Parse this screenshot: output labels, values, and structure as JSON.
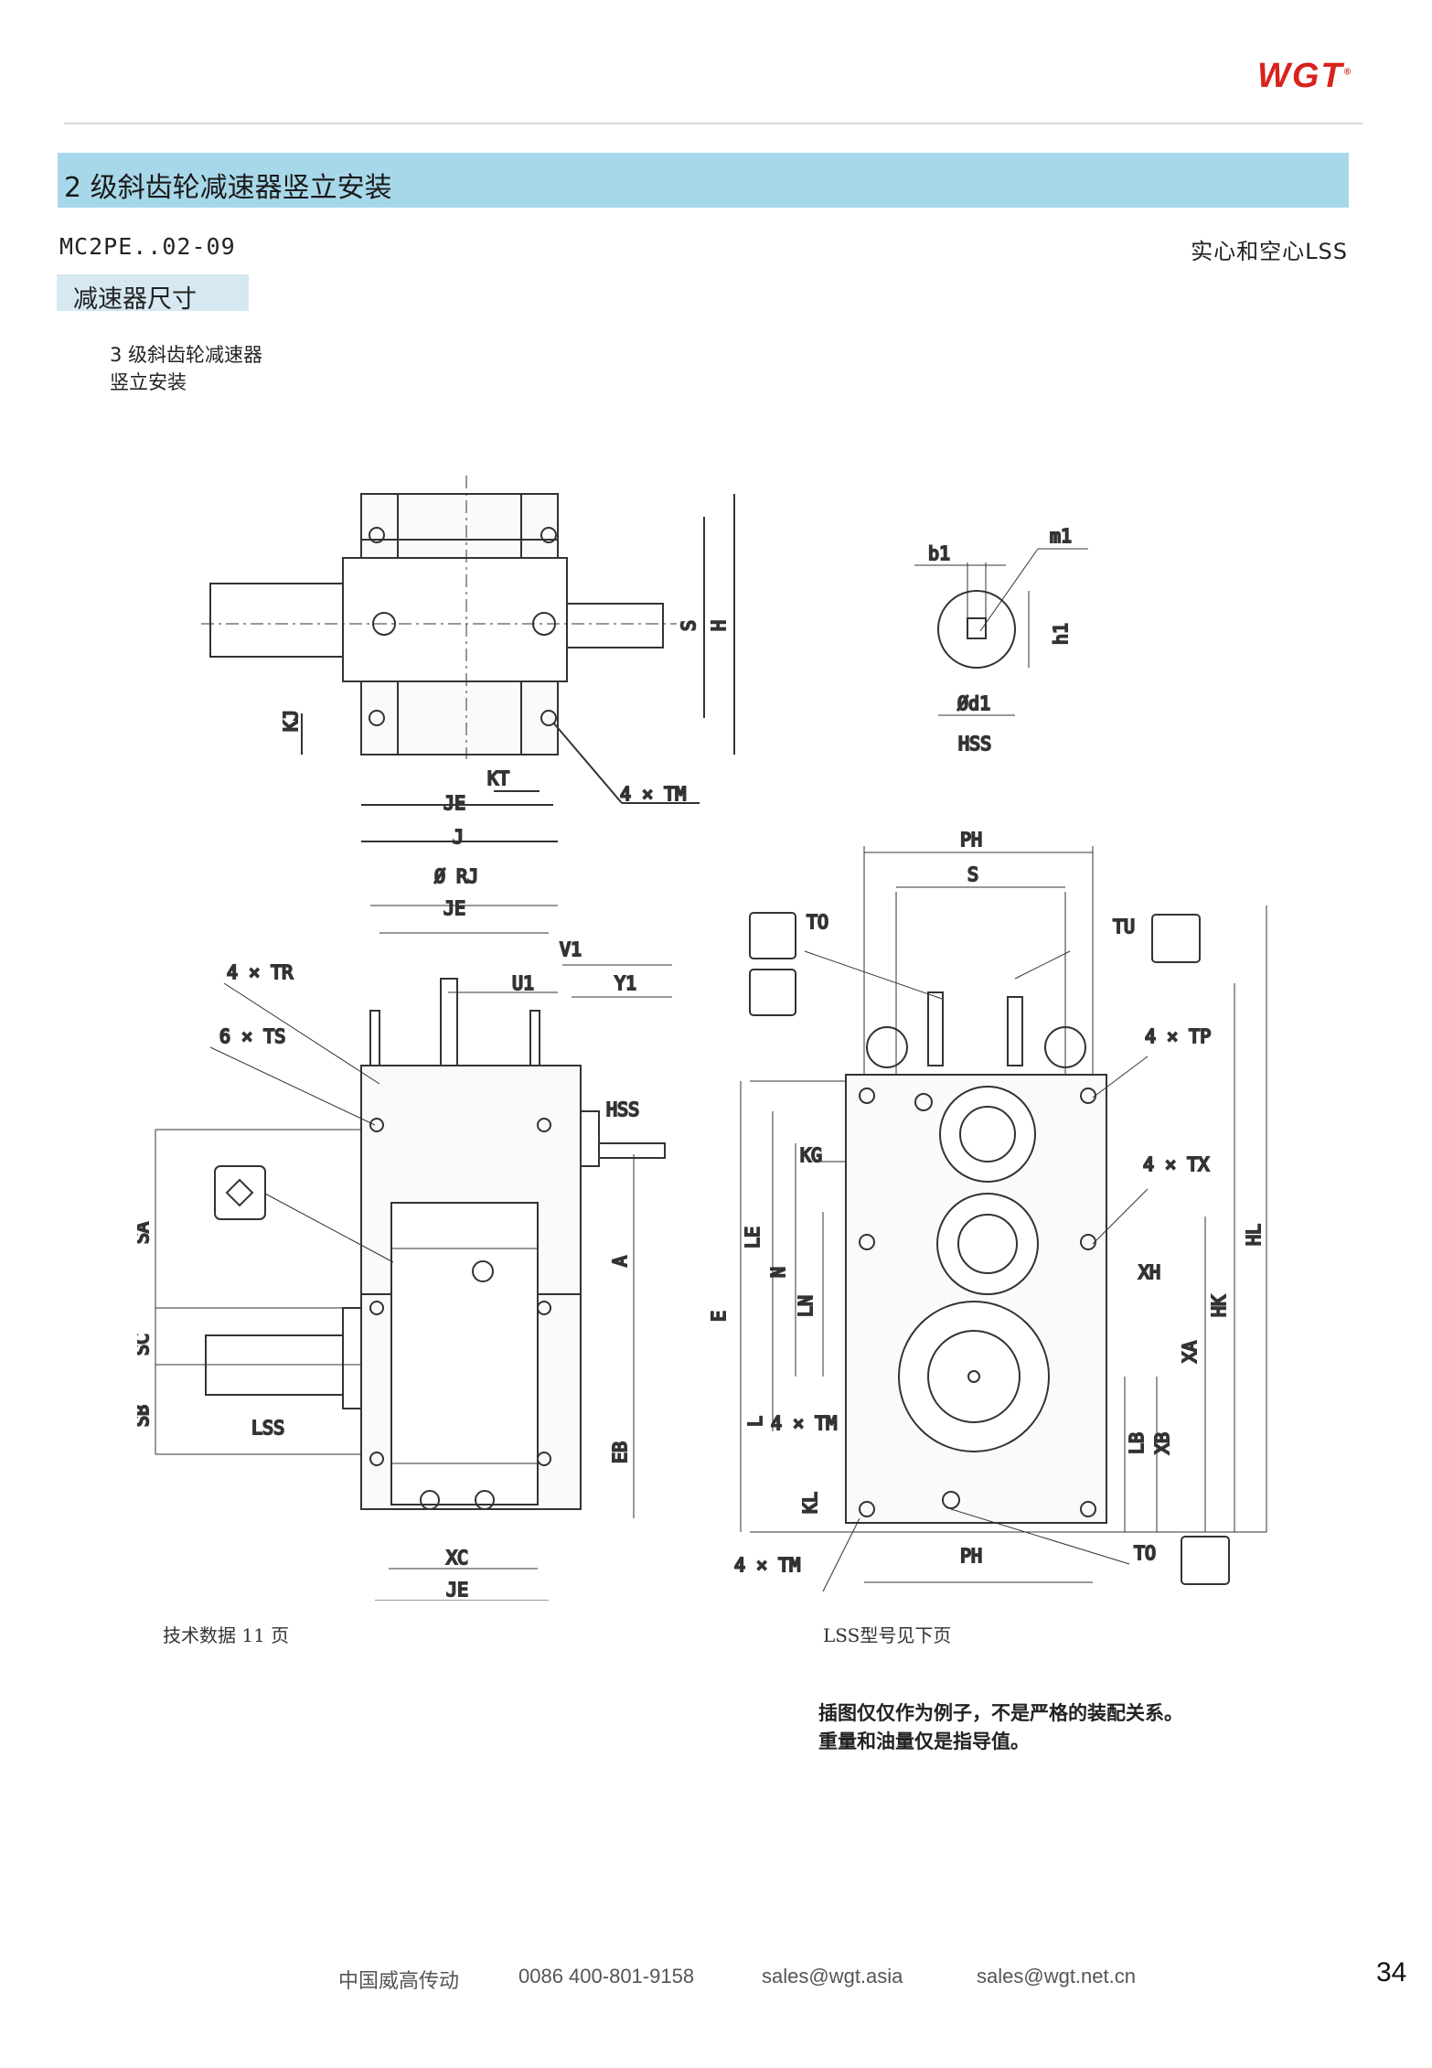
{
  "brand": {
    "logo": "WGT",
    "mark": "®",
    "accent": "#d7231e"
  },
  "header": {
    "title": "2 级斜齿轮减速器竖立安装",
    "model": "MC2PE..02-09",
    "lss_type": "实心和空心LSS",
    "section": "减速器尺寸",
    "subtitle_line1": "3 级斜齿轮减速器",
    "subtitle_line2": "竖立安装",
    "bar_color": "#a7d8e9"
  },
  "labels": {
    "top": {
      "s": "S",
      "h": "H",
      "kj": "KJ",
      "kt": "KT",
      "je": "JE",
      "j": "J",
      "tm": "4 × TM"
    },
    "hss": {
      "b1": "b1",
      "m1": "m1",
      "h1": "h1",
      "d1": "Ød1",
      "name": "HSS"
    },
    "left": {
      "rj": "Ø RJ",
      "je": "JE",
      "v1": "V1",
      "u1": "U1",
      "y1": "Y1",
      "tr": "4 × TR",
      "ts": "6 × TS",
      "hss": "HSS",
      "sa": "SA",
      "a": "A",
      "sc": "SC",
      "sb": "SB",
      "lss": "LSS",
      "eb": "EB",
      "xc": "XC",
      "je2": "JE"
    },
    "right": {
      "ph": "PH",
      "s": "S",
      "to": "TO",
      "tu": "TU",
      "tp": "4 × TP",
      "kg": "KG",
      "tx": "4 × TX",
      "le": "LE",
      "n": "N",
      "e": "E",
      "ln": "LN",
      "xh": "XH",
      "hl": "HL",
      "hk": "HK",
      "xa": "XA",
      "l": "L",
      "tm": "4 × TM",
      "lb": "LB",
      "xb": "XB",
      "kl": "KL",
      "tm2": "4 × TM",
      "ph2": "PH",
      "to2": "TO"
    }
  },
  "notes": {
    "left": "技术数据 11 页",
    "right": "LSS型号见下页",
    "disclaimer1": "插图仅仅作为例子，不是严格的装配关系。",
    "disclaimer2": "重量和油量仅是指导值。"
  },
  "footer": {
    "company": "中国威高传动",
    "phone": "0086 400-801-9158",
    "email1": "sales@wgt.asia",
    "email2": "sales@wgt.net.cn",
    "page": "34"
  }
}
